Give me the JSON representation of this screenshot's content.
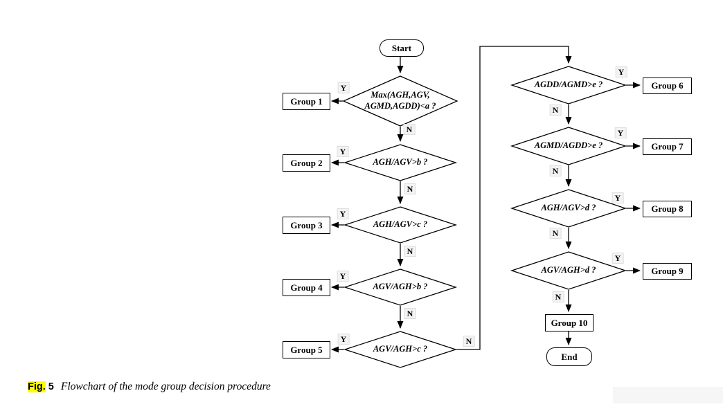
{
  "caption": {
    "label": "Fig.",
    "number": "5",
    "title": "Flowchart of the mode group decision procedure"
  },
  "flowchart": {
    "start": "Start",
    "end": "End",
    "yes": "Y",
    "no": "N",
    "decisions": {
      "d1_line1": "Max(AGH,AGV,",
      "d1_line2": "AGMD,AGDD)<a ?",
      "d2": "AGH/AGV>b ?",
      "d3": "AGH/AGV>c ?",
      "d4": "AGV/AGH>b ?",
      "d5": "AGV/AGH>c ?",
      "d6": "AGDD/AGMD>e ?",
      "d7": "AGMD/AGDD>e ?",
      "d8": "AGH/AGV>d ?",
      "d9": "AGV/AGH>d ?"
    },
    "groups": {
      "g1": "Group 1",
      "g2": "Group 2",
      "g3": "Group 3",
      "g4": "Group 4",
      "g5": "Group 5",
      "g6": "Group 6",
      "g7": "Group 7",
      "g8": "Group 8",
      "g9": "Group 9",
      "g10": "Group 10"
    }
  },
  "colors": {
    "line": "#000000",
    "highlight": "#ffff00",
    "branch_label_bg": "#f3f3f3"
  }
}
